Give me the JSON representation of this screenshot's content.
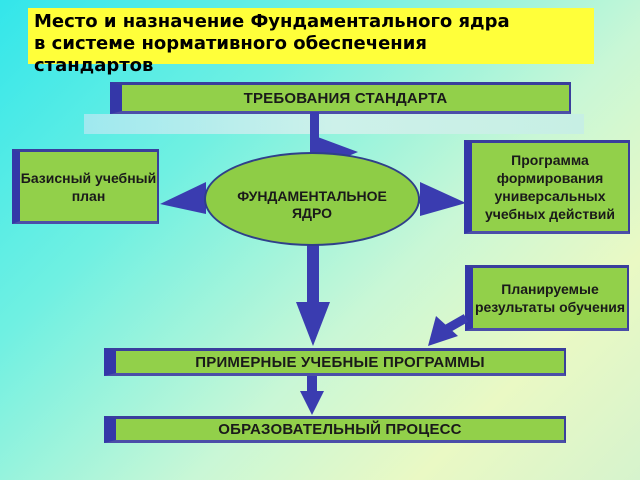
{
  "title": "Место и назначение Фундаментального ядра\nв системе нормативного обеспечения\nстандартов",
  "nodes": {
    "requirements": "ТРЕБОВАНИЯ СТАНДАРТА",
    "core": "ФУНДАМЕНТАЛЬНОЕ ЯДРО",
    "basic_plan": "Базисный учебный план",
    "uud_program": "Программа формирования универсальных учебных действий",
    "planned_results": "Планируемые результаты обучения",
    "sample_programs": "ПРИМЕРНЫЕ УЧЕБНЫЕ ПРОГРАММЫ",
    "educational_process": "ОБРАЗОВАТЕЛЬНЫЙ ПРОЦЕСС"
  },
  "colors": {
    "box_fill": "#92d04a",
    "box_edge": "#3437a8",
    "arrow": "#3a3cb0",
    "title_bg": "#ffff3a"
  }
}
